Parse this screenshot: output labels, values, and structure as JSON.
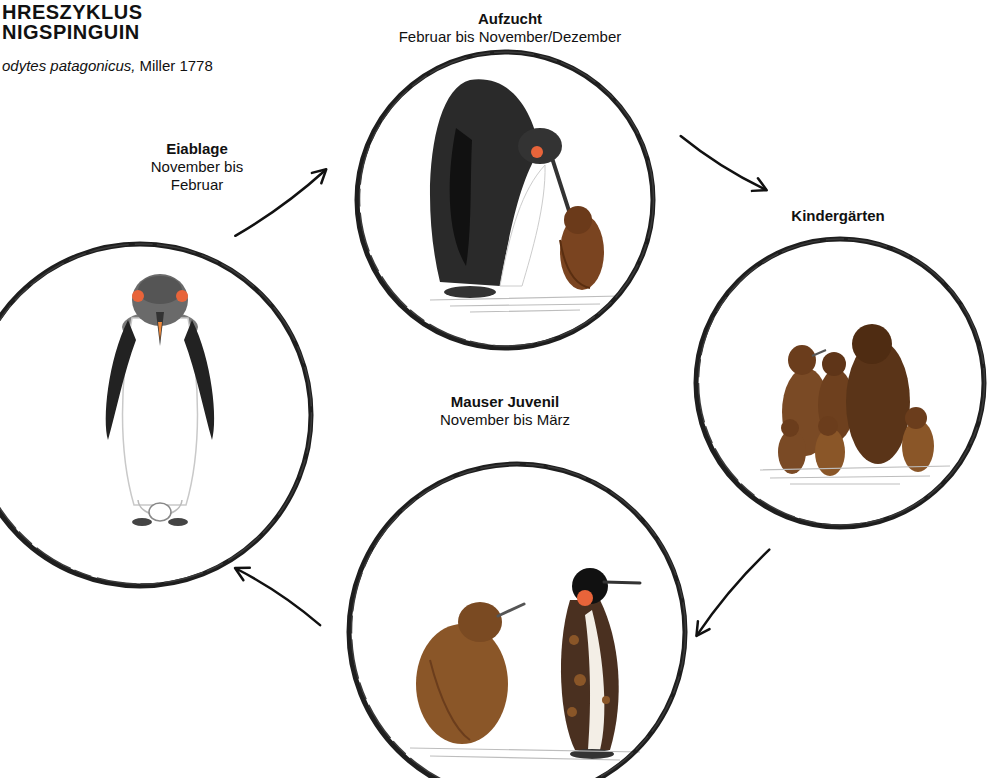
{
  "diagram": {
    "title": "HRESZYKLUS NIGSPINGUIN",
    "nodes": [
      {
        "text": [
          "Eiablage",
          "November bis Februar"
        ]
      },
      {
        "text": [
          "Aufzucht",
          "Februar bis November/Dezember"
        ]
      },
      {
        "text": [
          "Kindergärten"
        ]
      },
      {
        "text": [
          "Mauser Juvenil",
          "November bis März"
        ]
      }
    ],
    "edges": [
      {
        "from": 0,
        "to": 1,
        "arrow": "to"
      },
      {
        "from": 1,
        "to": 2,
        "arrow": "to"
      },
      {
        "from": 2,
        "to": 3,
        "arrow": "to"
      },
      {
        "from": 3,
        "to": 0,
        "arrow": "to"
      }
    ],
    "labels": [
      "odytes patagonicus,",
      "Miller 1778"
    ]
  }
}
